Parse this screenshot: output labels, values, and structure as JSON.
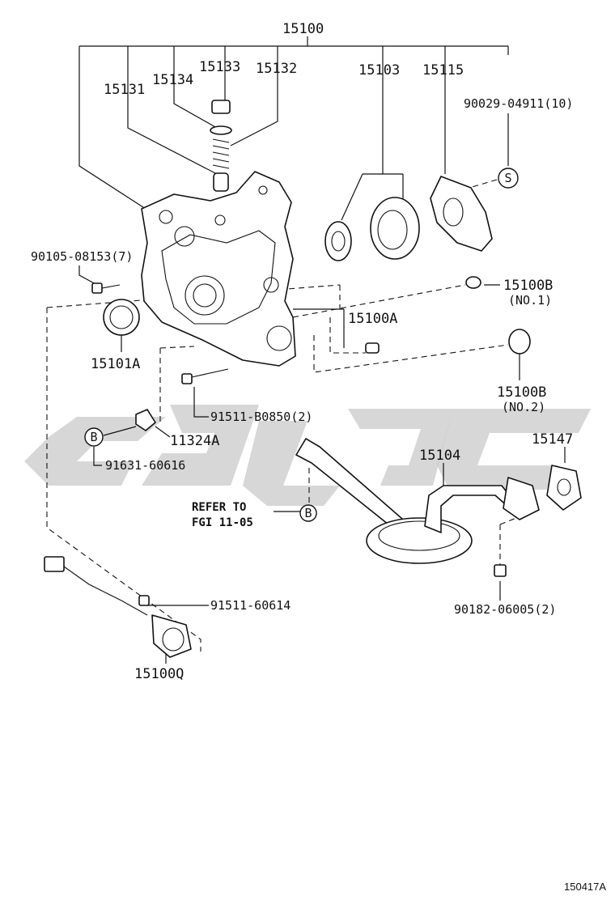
{
  "diagram": {
    "figure_id": "150417A",
    "labels": {
      "oil_pump_assy": "15100",
      "pump_body": "15103",
      "pump_cover": "15115",
      "relief_valve": "15131",
      "relief_plug_gasket": "15134",
      "relief_plug": "15133",
      "relief_spring": "15132",
      "cover_screw": "90029-04911(10)",
      "front_bolt": "90105-08153(7)",
      "o_ring_no1": "15100B",
      "o_ring_no1_note": "(NO.1)",
      "pin": "15100A",
      "oil_seal": "15101A",
      "o_ring_no2": "15100B",
      "o_ring_no2_note": "(NO.2)",
      "long_bolt": "91511-B0850(2)",
      "bracket": "11324A",
      "bracket_bolt": "91631-60616",
      "strainer_gasket": "15147",
      "strainer": "15104",
      "refer_line1": "REFER TO",
      "refer_line2": "FGI 11-05",
      "strainer_nut": "90182-06005(2)",
      "sensor_bolt": "91511-60614",
      "sensor": "15100Q"
    },
    "markers": {
      "s": "S",
      "b": "B",
      "b_ref": "B"
    }
  }
}
